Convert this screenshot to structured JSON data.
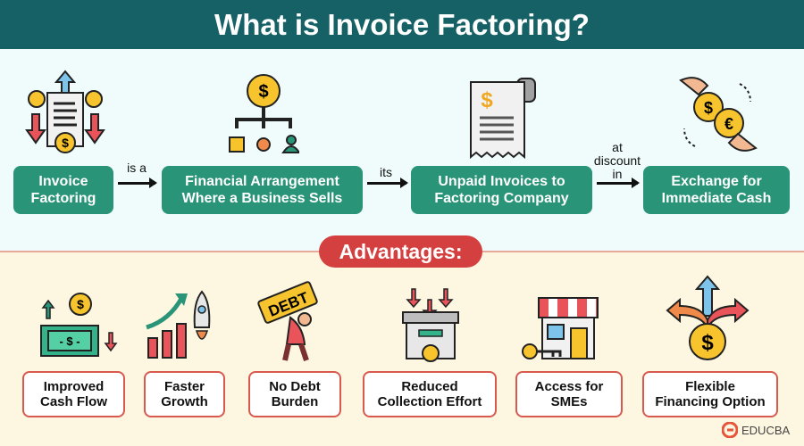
{
  "title": "What is Invoice Factoring?",
  "flow": [
    {
      "label_line1": "Invoice",
      "label_line2": "Factoring",
      "icon": "invoice-gears-icon"
    },
    {
      "label_line1": "Financial Arrangement",
      "label_line2": "Where a Business Sells",
      "icon": "money-hierarchy-icon"
    },
    {
      "label_line1": "Unpaid Invoices to",
      "label_line2": "Factoring Company",
      "icon": "receipt-icon"
    },
    {
      "label_line1": "Exchange for",
      "label_line2": "Immediate Cash",
      "icon": "coin-exchange-icon"
    }
  ],
  "connectors": [
    {
      "line1": "is a"
    },
    {
      "line1": "its"
    },
    {
      "line1": "at",
      "line2": "discount",
      "line3": "in"
    }
  ],
  "advantages_title": "Advantages:",
  "advantages": [
    {
      "line1": "Improved",
      "line2": "Cash Flow",
      "icon": "cash-flow-icon"
    },
    {
      "line1": "Faster",
      "line2": "Growth",
      "icon": "growth-rocket-icon"
    },
    {
      "line1": "No Debt",
      "line2": "Burden",
      "icon": "debt-burden-icon"
    },
    {
      "line1": "Reduced",
      "line2": "Collection Effort",
      "icon": "collection-box-icon"
    },
    {
      "line1": "Access for",
      "line2": "SMEs",
      "icon": "shop-key-icon"
    },
    {
      "line1": "Flexible",
      "line2": "Financing Option",
      "icon": "flexible-arrows-icon"
    }
  ],
  "brand": "EDUCBA",
  "colors": {
    "header": "#156166",
    "green": "#2a9478",
    "red": "#d43f3f",
    "top_bg": "#effcfb",
    "bottom_bg": "#fdf6e0"
  }
}
